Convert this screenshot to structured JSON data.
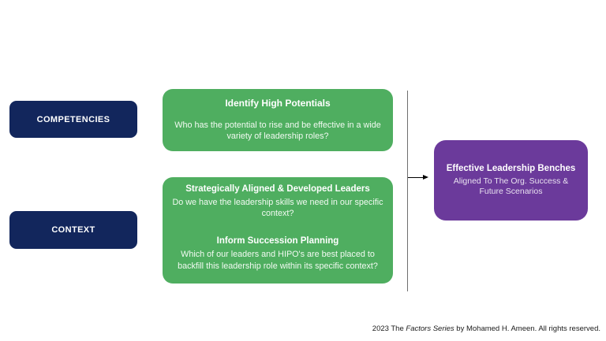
{
  "colors": {
    "background": "#ffffff",
    "navy_box": "#12265c",
    "green_box": "#4fae60",
    "purple_box": "#6b3a9b",
    "divider_line": "#6f6f6f",
    "arrow": "#000000",
    "text_on_boxes": "#ffffff",
    "footer_text": "#1a1a1a"
  },
  "left_labels": [
    {
      "label": "COMPETENCIES"
    },
    {
      "label": "CONTEXT"
    }
  ],
  "green_boxes": [
    {
      "heading": "Identify High Potentials",
      "body": "Who has the potential to rise and be effective in a wide variety of leadership roles?"
    },
    {
      "heading": "Strategically Aligned & Developed Leaders",
      "body": "Do we have the leadership skills we need in our specific context?",
      "heading2": "Inform Succession Planning",
      "body2": "Which of our leaders and HIPO's are best placed to backfill this leadership role within its specific context?"
    }
  ],
  "outcome_box": {
    "heading": "Effective Leadership Benches",
    "body": "Aligned  To The Org. Success & Future Scenarios"
  },
  "footer": {
    "prefix": "2023 The ",
    "italic": "Factors Series",
    "suffix": " by Mohamed H. Ameen. All rights reserved."
  }
}
